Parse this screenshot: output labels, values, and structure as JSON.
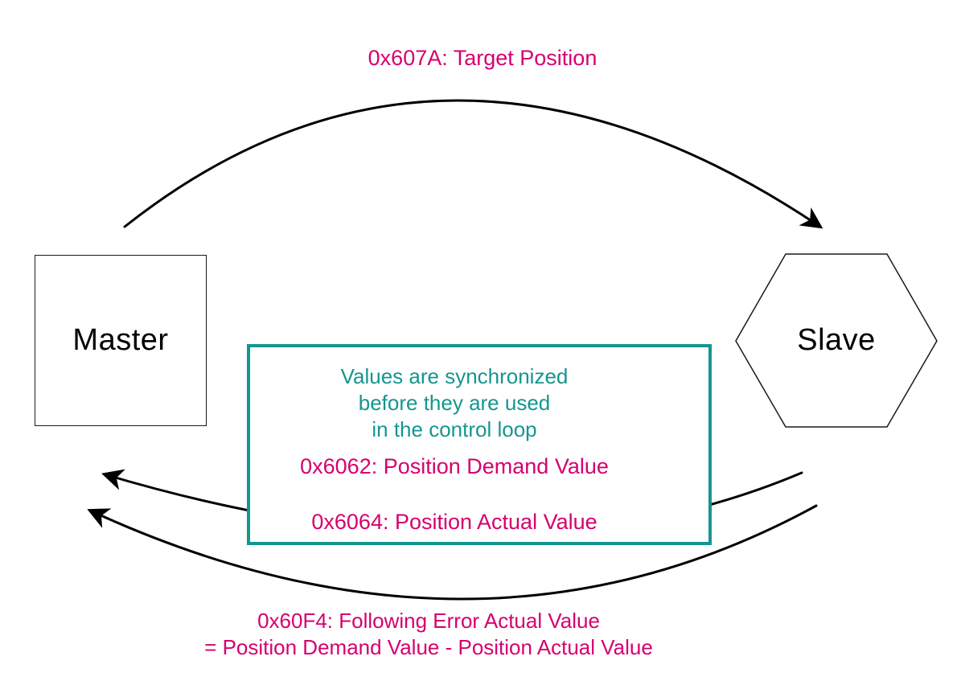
{
  "diagram": {
    "top_arrow_label": "0x607A: Target Position",
    "master": {
      "label": "Master"
    },
    "slave": {
      "label": "Slave"
    },
    "sync_box": {
      "note_line1": "Values are synchronized",
      "note_line2": "before they are used",
      "note_line3": "in the control loop",
      "demand_label": "0x6062: Position Demand Value",
      "actual_label": "0x6064: Position Actual Value"
    },
    "bottom_label_line1": "0x60F4: Following Error Actual Value",
    "bottom_label_line2": "= Position Demand Value - Position Actual Value",
    "colors": {
      "magenta": "#d6006e",
      "teal": "#149690",
      "line": "#000000"
    }
  }
}
